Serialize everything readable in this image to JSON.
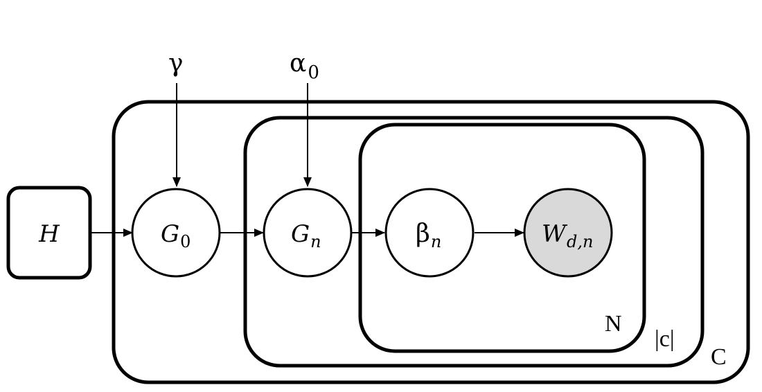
{
  "diagram": {
    "hyperparameters": {
      "gamma": {
        "symbol": "γ"
      },
      "alpha": {
        "symbol": "α",
        "subscript": "0"
      }
    },
    "nodes": {
      "H": {
        "symbol": "H",
        "observed": false
      },
      "G0": {
        "symbol": "G",
        "subscript": "0",
        "observed": false
      },
      "Gn": {
        "symbol": "G",
        "subscript": "n",
        "observed": false
      },
      "beta": {
        "symbol": "β",
        "subscript": "n",
        "observed": false
      },
      "W": {
        "symbol": "W",
        "subscript": "d,n",
        "observed": true
      }
    },
    "plates": {
      "outer": {
        "label": "C"
      },
      "middle": {
        "label": "|c|"
      },
      "inner": {
        "label": "N"
      }
    },
    "colors": {
      "observed_fill": "#d9d9d9",
      "stroke": "#000000",
      "background": "#ffffff"
    }
  }
}
